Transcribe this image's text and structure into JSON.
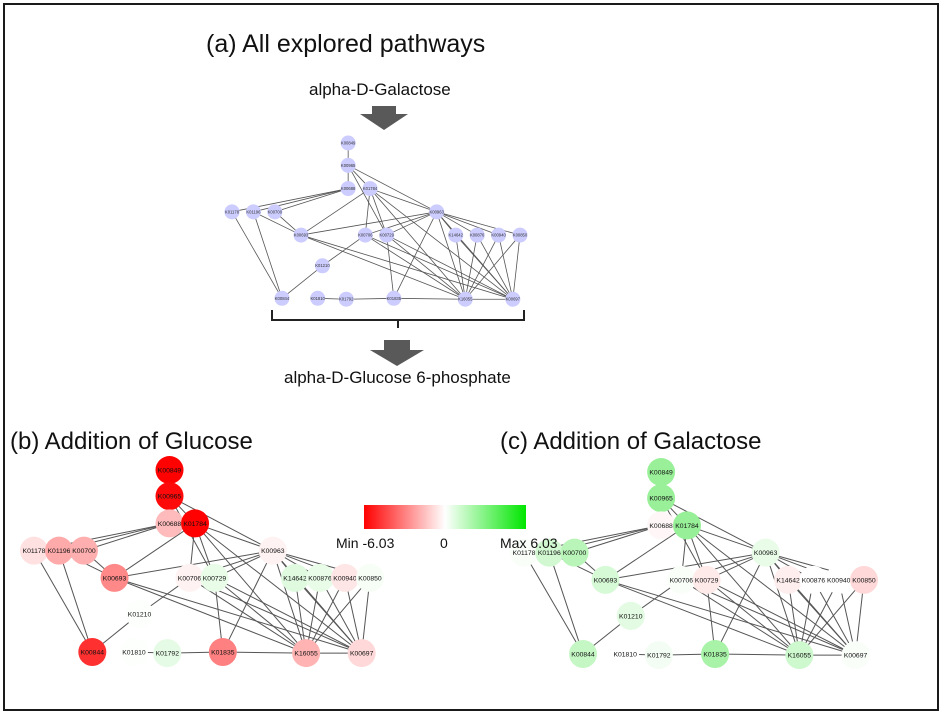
{
  "panels": {
    "a": {
      "title": "(a) All explored pathways",
      "source": "alpha-D-Galactose",
      "target": "alpha-D-Glucose 6-phosphate",
      "node_color": "#ccccff"
    },
    "b": {
      "title": "(b) Addition of Glucose"
    },
    "c": {
      "title": "(c) Addition of Galactose"
    }
  },
  "legend": {
    "min_label": "Min -6.03",
    "zero_label": "0",
    "max_label": "Max 6.03",
    "min": -6.03,
    "max": 6.03,
    "min_color": "#ff0000",
    "mid_color": "#ffffff",
    "max_color": "#00e600"
  },
  "nodes": [
    {
      "id": "K00849",
      "glucose": -6.0,
      "galactose": 3.5
    },
    {
      "id": "K00965",
      "glucose": -5.8,
      "galactose": 3.5
    },
    {
      "id": "K00688",
      "glucose": -1.6,
      "galactose": -0.2
    },
    {
      "id": "K01784",
      "glucose": -6.0,
      "galactose": 3.6
    },
    {
      "id": "K01178",
      "glucose": -0.7,
      "galactose": 0.2
    },
    {
      "id": "K01196",
      "glucose": -2.0,
      "galactose": 1.6
    },
    {
      "id": "K00700",
      "glucose": -1.9,
      "galactose": 2.4
    },
    {
      "id": "K00963",
      "glucose": -0.3,
      "galactose": 0.8
    },
    {
      "id": "K00693",
      "glucose": -2.8,
      "galactose": 1.4
    },
    {
      "id": "K00706",
      "glucose": -0.3,
      "galactose": 0.2
    },
    {
      "id": "K00729",
      "glucose": 0.8,
      "galactose": -0.5
    },
    {
      "id": "K14642",
      "glucose": 1.1,
      "galactose": -0.4
    },
    {
      "id": "K00876",
      "glucose": 0.8,
      "galactose": 0.0
    },
    {
      "id": "K00940",
      "glucose": -0.6,
      "galactose": 0.0
    },
    {
      "id": "K00850",
      "glucose": 0.3,
      "galactose": -0.9
    },
    {
      "id": "K01210",
      "glucose": 0.1,
      "galactose": 1.0
    },
    {
      "id": "K00844",
      "glucose": -4.9,
      "galactose": 2.0
    },
    {
      "id": "K01810",
      "glucose": 0.1,
      "galactose": 0.0
    },
    {
      "id": "K01792",
      "glucose": 0.9,
      "galactose": 0.4
    },
    {
      "id": "K01835",
      "glucose": -3.0,
      "galactose": 3.0
    },
    {
      "id": "K16055",
      "glucose": -1.8,
      "galactose": 1.7
    },
    {
      "id": "K00697",
      "glucose": -0.9,
      "galactose": 0.2
    }
  ],
  "edges": [
    [
      "K00849",
      "K00965"
    ],
    [
      "K00965",
      "K00688"
    ],
    [
      "K00965",
      "K01784"
    ],
    [
      "K00965",
      "K00963"
    ],
    [
      "K00965",
      "K00729"
    ],
    [
      "K00688",
      "K01178"
    ],
    [
      "K00688",
      "K01196"
    ],
    [
      "K00688",
      "K00700"
    ],
    [
      "K01784",
      "K00693"
    ],
    [
      "K01784",
      "K00706"
    ],
    [
      "K01784",
      "K00729"
    ],
    [
      "K01784",
      "K00963"
    ],
    [
      "K01784",
      "K16055"
    ],
    [
      "K01784",
      "K00697"
    ],
    [
      "K01178",
      "K00844"
    ],
    [
      "K01196",
      "K00844"
    ],
    [
      "K01196",
      "K00693"
    ],
    [
      "K00700",
      "K00693"
    ],
    [
      "K00693",
      "K00963"
    ],
    [
      "K00693",
      "K16055"
    ],
    [
      "K00693",
      "K00697"
    ],
    [
      "K00963",
      "K00706"
    ],
    [
      "K00963",
      "K00729"
    ],
    [
      "K00963",
      "K14642"
    ],
    [
      "K00963",
      "K00876"
    ],
    [
      "K00963",
      "K00940"
    ],
    [
      "K00963",
      "K00850"
    ],
    [
      "K00963",
      "K01835"
    ],
    [
      "K00963",
      "K16055"
    ],
    [
      "K00963",
      "K00697"
    ],
    [
      "K00706",
      "K01210"
    ],
    [
      "K00706",
      "K16055"
    ],
    [
      "K00706",
      "K00697"
    ],
    [
      "K00729",
      "K01835"
    ],
    [
      "K00729",
      "K16055"
    ],
    [
      "K00729",
      "K00697"
    ],
    [
      "K14642",
      "K16055"
    ],
    [
      "K14642",
      "K00697"
    ],
    [
      "K00876",
      "K16055"
    ],
    [
      "K00876",
      "K00697"
    ],
    [
      "K00940",
      "K16055"
    ],
    [
      "K00940",
      "K00697"
    ],
    [
      "K00850",
      "K16055"
    ],
    [
      "K00850",
      "K00697"
    ],
    [
      "K01210",
      "K00844"
    ],
    [
      "K01810",
      "K01792"
    ],
    [
      "K01792",
      "K01835"
    ],
    [
      "K01835",
      "K16055"
    ],
    [
      "K16055",
      "K00697"
    ]
  ]
}
